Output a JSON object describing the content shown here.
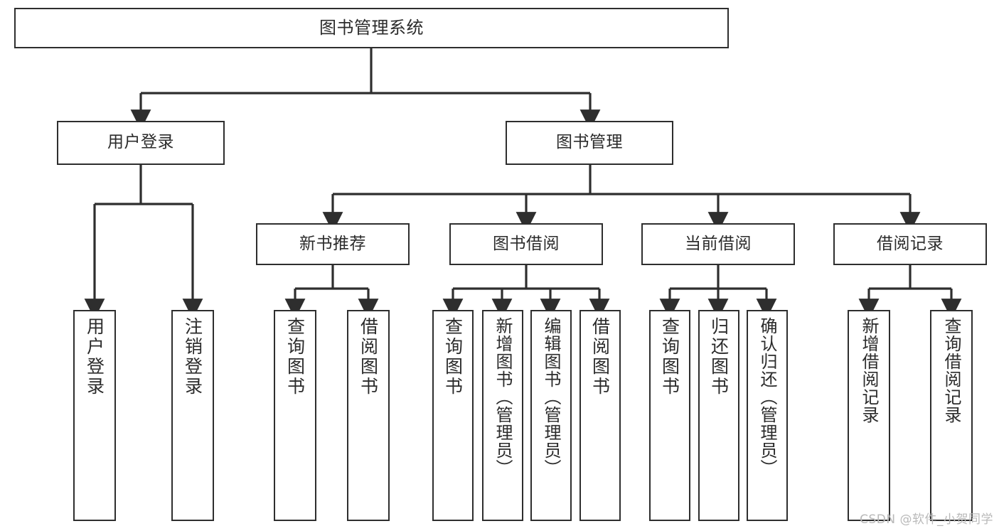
{
  "diagram": {
    "title": "图书管理系统",
    "type": "hierarchy-tree",
    "root": {
      "id": "root",
      "label": "图书管理系统"
    },
    "level1": [
      {
        "id": "user-login",
        "label": "用户登录"
      },
      {
        "id": "book-manage",
        "label": "图书管理"
      }
    ],
    "level2": [
      {
        "id": "new-book-rec",
        "label": "新书推荐",
        "parent": "book-manage"
      },
      {
        "id": "book-borrow",
        "label": "图书借阅",
        "parent": "book-manage"
      },
      {
        "id": "current-borrow",
        "label": "当前借阅",
        "parent": "book-manage"
      },
      {
        "id": "borrow-record",
        "label": "借阅记录",
        "parent": "book-manage"
      }
    ],
    "leaves": [
      {
        "id": "leaf-user-login",
        "label": "用户登录",
        "parent": "user-login"
      },
      {
        "id": "leaf-logout",
        "label": "注销登录",
        "parent": "user-login"
      },
      {
        "id": "leaf-query-book-1",
        "label": "查询图书",
        "parent": "new-book-rec"
      },
      {
        "id": "leaf-borrow-book-1",
        "label": "借阅图书",
        "parent": "new-book-rec"
      },
      {
        "id": "leaf-query-book-2",
        "label": "查询图书",
        "parent": "book-borrow"
      },
      {
        "id": "leaf-add-book",
        "label": "新增图书（管理员）",
        "parent": "book-borrow"
      },
      {
        "id": "leaf-edit-book",
        "label": "编辑图书（管理员）",
        "parent": "book-borrow"
      },
      {
        "id": "leaf-borrow-book-2",
        "label": "借阅图书",
        "parent": "book-borrow"
      },
      {
        "id": "leaf-query-book-3",
        "label": "查询图书",
        "parent": "current-borrow"
      },
      {
        "id": "leaf-return-book",
        "label": "归还图书",
        "parent": "current-borrow"
      },
      {
        "id": "leaf-confirm-return",
        "label": "确认归还（管理员）",
        "parent": "current-borrow"
      },
      {
        "id": "leaf-add-record",
        "label": "新增借阅记录",
        "parent": "borrow-record"
      },
      {
        "id": "leaf-query-record",
        "label": "查询借阅记录",
        "parent": "borrow-record"
      }
    ],
    "colors": {
      "box_border": "#2e2e2e",
      "box_fill": "#ffffff",
      "connector": "#2e2e2e",
      "text": "#2b2b2b",
      "watermark": "#b9b9b9",
      "background": "#ffffff"
    }
  },
  "watermark": {
    "text": "CSDN @软件_小贺同学"
  }
}
